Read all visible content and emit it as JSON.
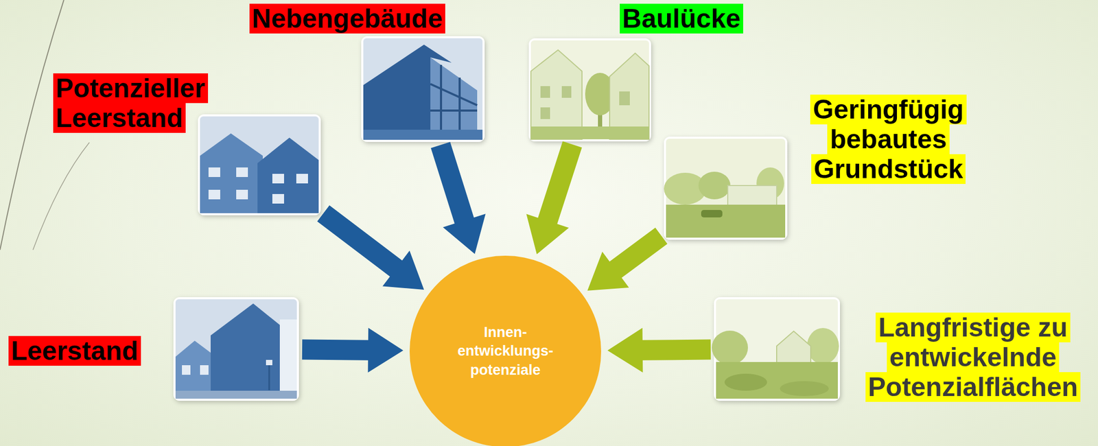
{
  "diagram": {
    "nodes": [
      {
        "text": [
          "Nebengebäude"
        ]
      },
      {
        "text": [
          "Baulücke"
        ]
      },
      {
        "text": [
          "Potenzieller Leerstand"
        ]
      },
      {
        "text": [
          "Geringfügig bebautes Grundstück"
        ]
      },
      {
        "text": [
          "Leerstand"
        ]
      },
      {
        "text": [
          "Innen- entwicklungs- potenziale"
        ]
      },
      {
        "text": [
          "Langfristige zu entwickelnde Potenzialflächen"
        ]
      }
    ],
    "edges": [
      {
        "from": 0,
        "to": 5,
        "arrow": "to"
      },
      {
        "from": 1,
        "to": 5,
        "arrow": "to"
      },
      {
        "from": 2,
        "to": 5,
        "arrow": "to"
      },
      {
        "from": 3,
        "to": 5,
        "arrow": "to"
      },
      {
        "from": 4,
        "to": 5,
        "arrow": "to"
      },
      {
        "from": 6,
        "to": 5,
        "arrow": "to"
      }
    ]
  }
}
